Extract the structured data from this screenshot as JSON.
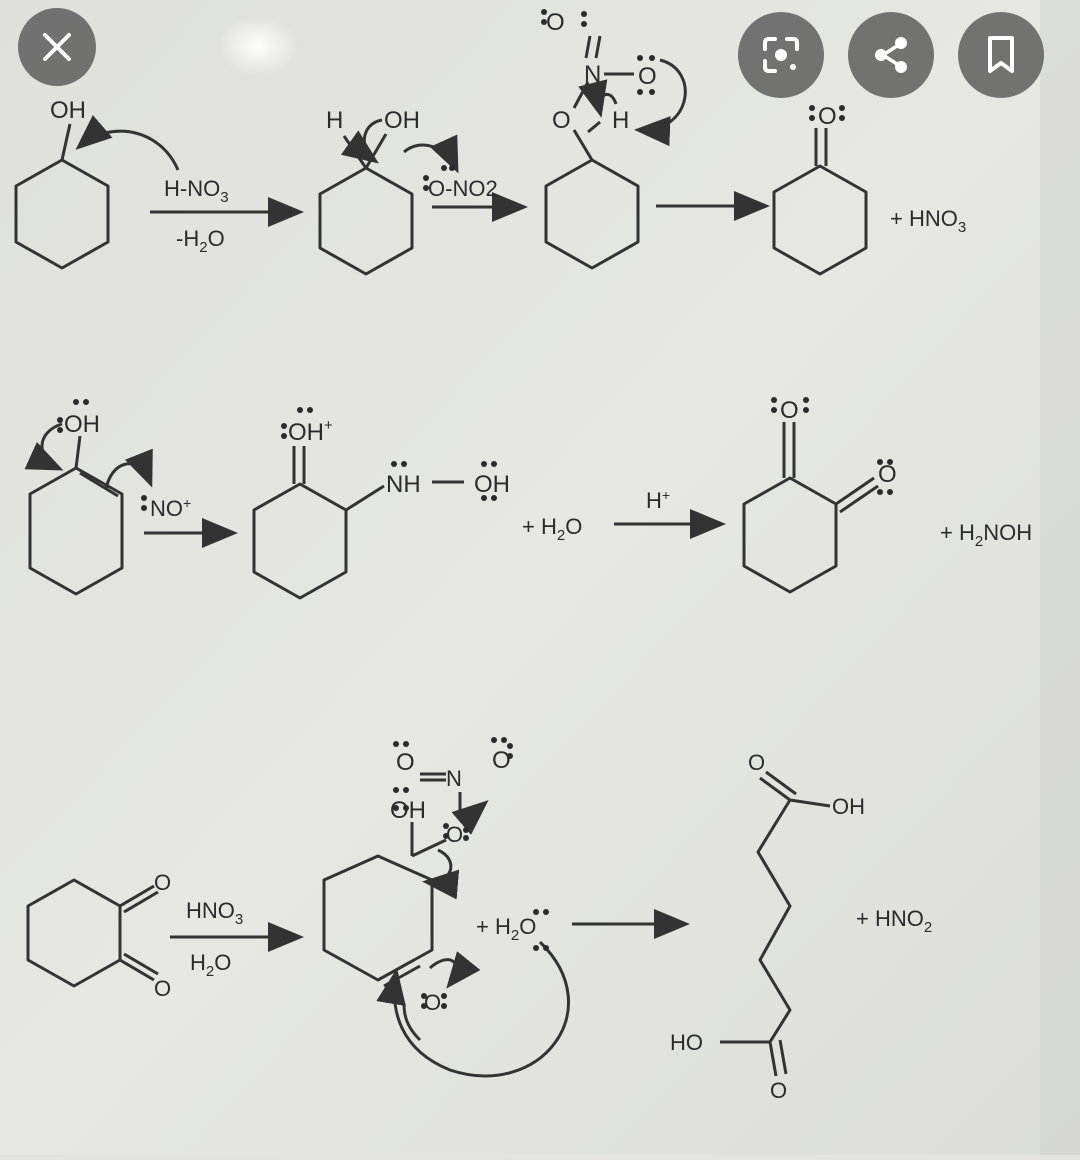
{
  "overlay": {
    "buttons": [
      {
        "name": "close-button",
        "icon": "close-icon"
      },
      {
        "name": "lens-button",
        "icon": "lens-scan-icon"
      },
      {
        "name": "share-button",
        "icon": "share-icon"
      },
      {
        "name": "save-button",
        "icon": "bookmark-icon"
      }
    ],
    "icon_color": "#ffffff",
    "button_color": "#5a5a5a"
  },
  "image": {
    "row1": {
      "oh_1": "OH",
      "reagent_top": "H-NO",
      "reagent_top_sub": "3",
      "reagent_bottom": "-H",
      "reagent_bottom_sub": "2",
      "reagent_bottom_tail": "O",
      "h_label": "H",
      "oh_2": "OH",
      "attack_reagent": "O",
      "attack_tail": "-NO2",
      "n_label": "N",
      "o_label_top": "O",
      "o_label_right": "O",
      "o_label_left": "O",
      "h_label_2": "H",
      "ketone_o": "O",
      "product_text": "+ HNO",
      "product_sub": "3"
    },
    "row2": {
      "enol_oh": "OH",
      "nitrosonium": "NO",
      "protonated": "OH",
      "nh": "NH",
      "oh": "OH",
      "water": "+ H",
      "water_sub": "2",
      "water_tail": "O",
      "acid": "H",
      "ketone_o": "O",
      "dione_o": "O",
      "byproduct": "+ H",
      "byproduct_sub": "2",
      "byproduct_tail": "NOH"
    },
    "row3": {
      "dione_o1": "O",
      "dione_o2": "O",
      "reagent_top": "HNO",
      "reagent_top_sub": "3",
      "reagent_bottom": "H",
      "reagent_bottom_sub": "2",
      "reagent_bottom_tail": "O",
      "nitrate_o1": "O",
      "nitrate_n": "N",
      "nitrate_o2": "O",
      "oh": "OH",
      "o_link": "O",
      "ketone_o": "O",
      "water": "+ H",
      "water_sub": "2",
      "water_tail": "O",
      "acid_o_top": "O",
      "acid_oh_top": "OH",
      "acid_ho_bottom": "HO",
      "acid_o_bottom": "O",
      "product_text": "+ HNO",
      "product_sub": "2"
    }
  }
}
